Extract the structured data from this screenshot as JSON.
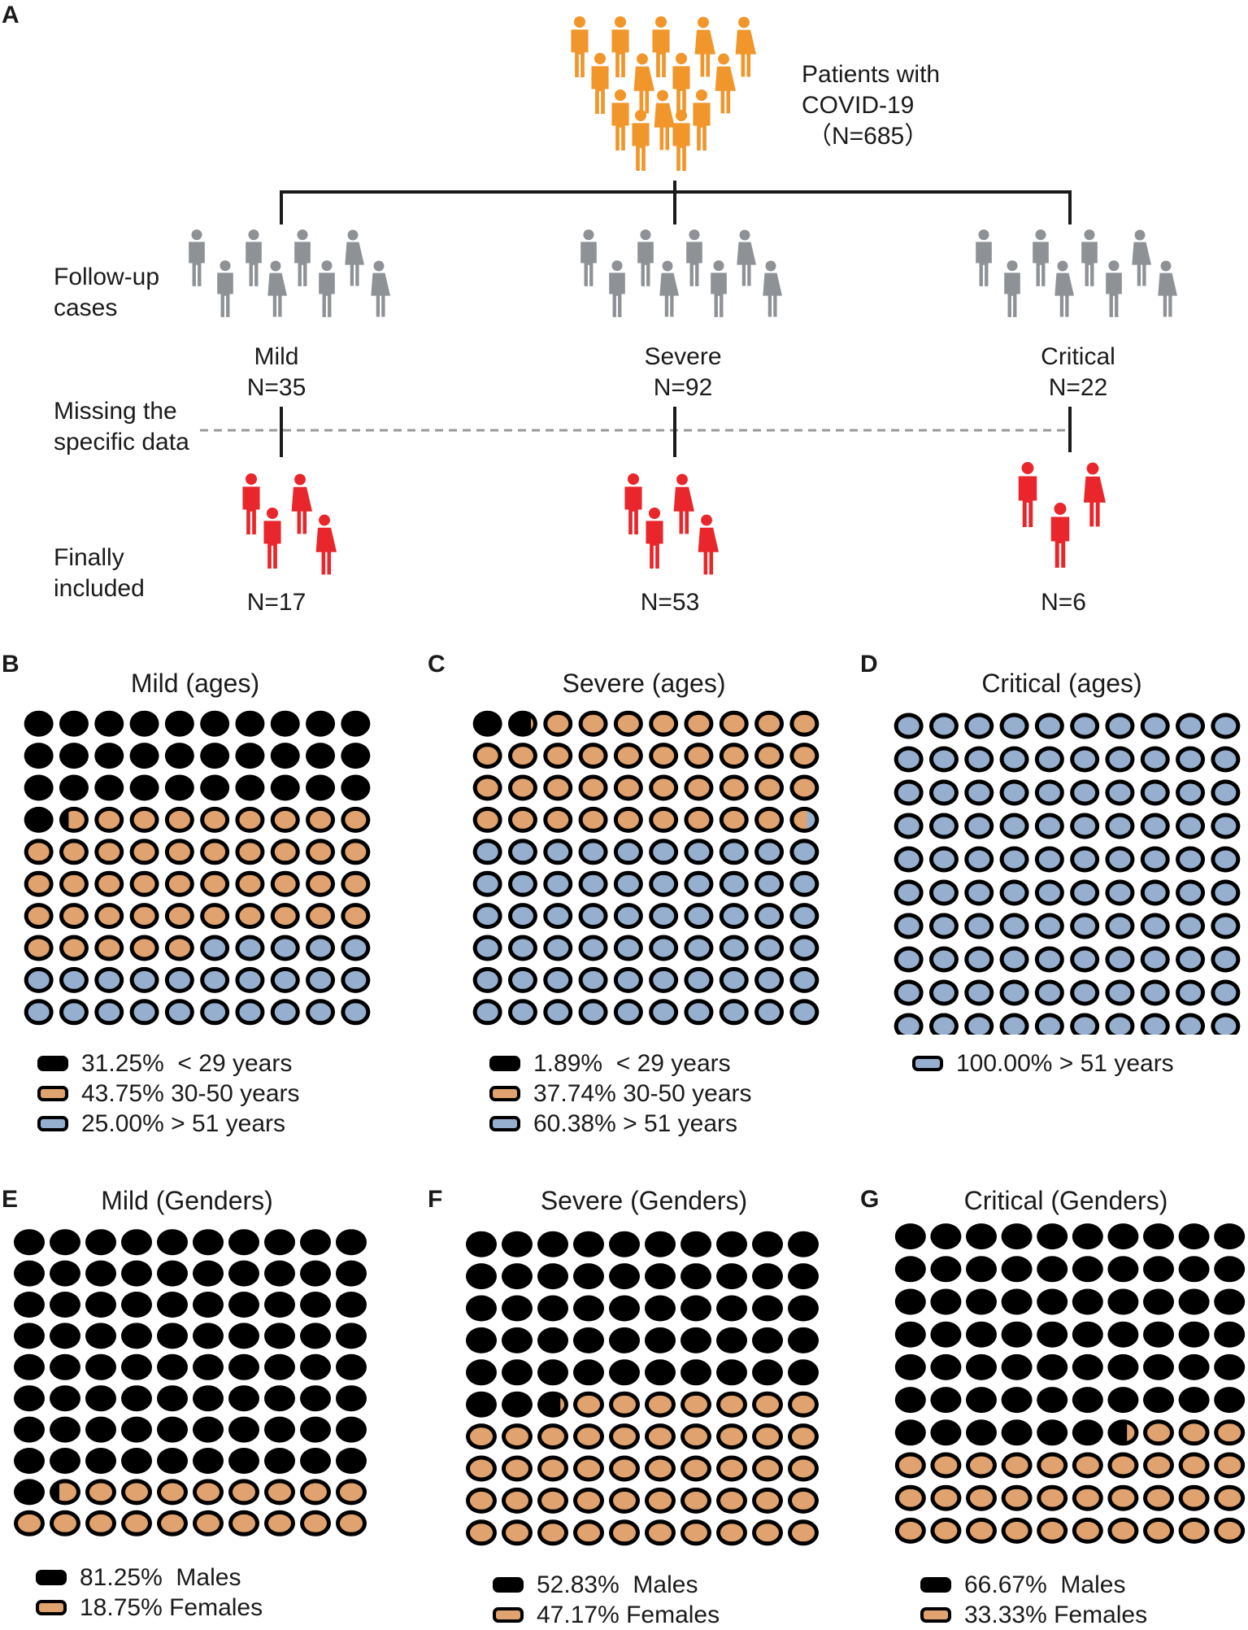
{
  "panels": {
    "A": "A",
    "B": "B",
    "C": "C",
    "D": "D",
    "E": "E",
    "F": "F",
    "G": "G"
  },
  "flow": {
    "top_label_line1": "Patients with",
    "top_label_line2": "COVID-19",
    "top_label_line3": "（N=685）",
    "followup_line1": "Follow-up",
    "followup_line2": "cases",
    "missing_line1": "Missing the",
    "missing_line2": "specific data",
    "final_line1": "Finally",
    "final_line2": "included",
    "groups": [
      {
        "name": "Mild",
        "n_followup": "N=35",
        "n_included": "N=17"
      },
      {
        "name": "Severe",
        "n_followup": "N=92",
        "n_included": "N=53"
      },
      {
        "name": "Critical",
        "n_followup": "N=22",
        "n_included": "N=6"
      }
    ],
    "colors": {
      "top": "#f0962a",
      "followup": "#8e9296",
      "included": "#e8262b",
      "line": "#1a1a1a",
      "dash": "#9a9a9a"
    }
  },
  "chart_data": [
    {
      "panel": "B",
      "type": "waffle",
      "title": "Mild (ages)",
      "grid": "10x10",
      "categories": [
        "< 29 years",
        "30-50 years",
        "> 51 years"
      ],
      "values": [
        31.25,
        43.75,
        25.0
      ],
      "legend": [
        "31.25%  < 29 years",
        "43.75% 30-50 years",
        "25.00% > 51 years"
      ],
      "colors": [
        "#000000",
        "#e0a26e",
        "#97afcf"
      ]
    },
    {
      "panel": "C",
      "type": "waffle",
      "title": "Severe (ages)",
      "grid": "10x10",
      "categories": [
        "< 29 years",
        "30-50 years",
        "> 51 years"
      ],
      "values": [
        1.89,
        37.74,
        60.38
      ],
      "legend": [
        "1.89%  < 29 years",
        "37.74% 30-50 years",
        "60.38% > 51 years"
      ],
      "colors": [
        "#000000",
        "#e0a26e",
        "#97afcf"
      ]
    },
    {
      "panel": "D",
      "type": "waffle",
      "title": "Critical (ages)",
      "grid": "10x10",
      "categories": [
        "> 51 years"
      ],
      "values": [
        100.0
      ],
      "legend": [
        "100.00% > 51 years"
      ],
      "colors": [
        "#97afcf"
      ]
    },
    {
      "panel": "E",
      "type": "waffle",
      "title": "Mild (Genders)",
      "grid": "10x10",
      "categories": [
        "Males",
        "Females"
      ],
      "values": [
        81.25,
        18.75
      ],
      "legend": [
        "81.25%  Males",
        "18.75% Females"
      ],
      "colors": [
        "#000000",
        "#e0a26e"
      ]
    },
    {
      "panel": "F",
      "type": "waffle",
      "title": "Severe (Genders)",
      "grid": "10x10",
      "categories": [
        "Males",
        "Females"
      ],
      "values": [
        52.83,
        47.17
      ],
      "legend": [
        "52.83%  Males",
        "47.17% Females"
      ],
      "colors": [
        "#000000",
        "#e0a26e"
      ]
    },
    {
      "panel": "G",
      "type": "waffle",
      "title": "Critical (Genders)",
      "grid": "10x10",
      "categories": [
        "Males",
        "Females"
      ],
      "values": [
        66.67,
        33.33
      ],
      "legend": [
        "66.67%  Males",
        "33.33% Females"
      ],
      "colors": [
        "#000000",
        "#e0a26e"
      ]
    }
  ]
}
